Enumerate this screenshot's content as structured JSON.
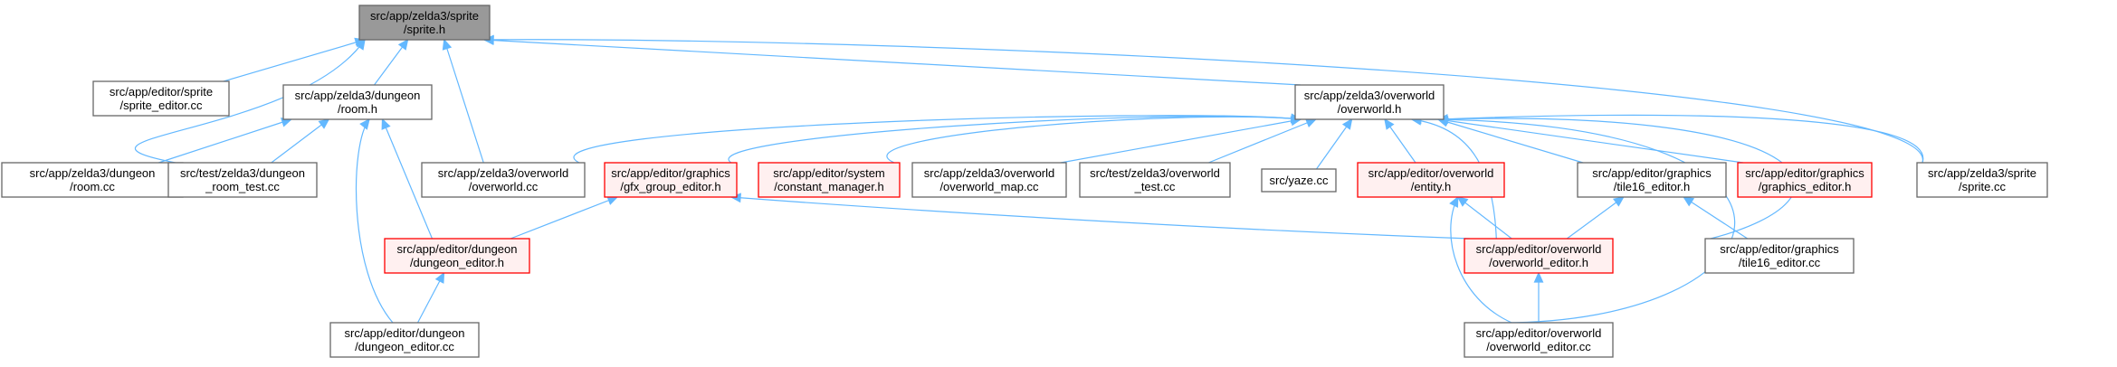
{
  "colors": {
    "edge": "#63b8ff",
    "focus_fill": "#999999",
    "focus_border": "#666666",
    "node_fill": "#ffffff",
    "node_border": "#666666",
    "incomplete_fill": "#fff0f0",
    "incomplete_border": "#ff0000"
  },
  "nodes": [
    {
      "id": "sprite_h",
      "lines": [
        "src/app/zelda3/sprite",
        "/sprite.h"
      ],
      "style": "focus"
    },
    {
      "id": "sprite_editor_cc",
      "lines": [
        "src/app/editor/sprite",
        "/sprite_editor.cc"
      ],
      "style": "normal"
    },
    {
      "id": "room_h",
      "lines": [
        "src/app/zelda3/dungeon",
        "/room.h"
      ],
      "style": "normal"
    },
    {
      "id": "overworld_h",
      "lines": [
        "src/app/zelda3/overworld",
        "/overworld.h"
      ],
      "style": "normal"
    },
    {
      "id": "room_cc",
      "lines": [
        "src/app/zelda3/dungeon",
        "/room.cc"
      ],
      "style": "normal"
    },
    {
      "id": "dungeon_room_test_cc",
      "lines": [
        "src/test/zelda3/dungeon",
        "_room_test.cc"
      ],
      "style": "normal"
    },
    {
      "id": "overworld_cc",
      "lines": [
        "src/app/zelda3/overworld",
        "/overworld.cc"
      ],
      "style": "normal"
    },
    {
      "id": "gfx_group_editor_h",
      "lines": [
        "src/app/editor/graphics",
        "/gfx_group_editor.h"
      ],
      "style": "incomplete"
    },
    {
      "id": "constant_manager_h",
      "lines": [
        "src/app/editor/system",
        "/constant_manager.h"
      ],
      "style": "incomplete"
    },
    {
      "id": "overworld_map_cc",
      "lines": [
        "src/app/zelda3/overworld",
        "/overworld_map.cc"
      ],
      "style": "normal"
    },
    {
      "id": "overworld_test_cc",
      "lines": [
        "src/test/zelda3/overworld",
        "_test.cc"
      ],
      "style": "normal"
    },
    {
      "id": "yaze_cc",
      "lines": [
        "src/yaze.cc"
      ],
      "style": "normal"
    },
    {
      "id": "entity_h",
      "lines": [
        "src/app/editor/overworld",
        "/entity.h"
      ],
      "style": "incomplete"
    },
    {
      "id": "tile16_editor_h",
      "lines": [
        "src/app/editor/graphics",
        "/tile16_editor.h"
      ],
      "style": "normal"
    },
    {
      "id": "graphics_editor_h",
      "lines": [
        "src/app/editor/graphics",
        "/graphics_editor.h"
      ],
      "style": "incomplete"
    },
    {
      "id": "sprite_cc",
      "lines": [
        "src/app/zelda3/sprite",
        "/sprite.cc"
      ],
      "style": "normal"
    },
    {
      "id": "dungeon_editor_h",
      "lines": [
        "src/app/editor/dungeon",
        "/dungeon_editor.h"
      ],
      "style": "incomplete"
    },
    {
      "id": "overworld_editor_h",
      "lines": [
        "src/app/editor/overworld",
        "/overworld_editor.h"
      ],
      "style": "incomplete"
    },
    {
      "id": "tile16_editor_cc",
      "lines": [
        "src/app/editor/graphics",
        "/tile16_editor.cc"
      ],
      "style": "normal"
    },
    {
      "id": "dungeon_editor_cc",
      "lines": [
        "src/app/editor/dungeon",
        "/dungeon_editor.cc"
      ],
      "style": "normal"
    },
    {
      "id": "overworld_editor_cc",
      "lines": [
        "src/app/editor/overworld",
        "/overworld_editor.cc"
      ],
      "style": "normal"
    }
  ],
  "edges": [
    {
      "from": "sprite_editor_cc",
      "to": "sprite_h"
    },
    {
      "from": "room_h",
      "to": "sprite_h"
    },
    {
      "from": "room_cc",
      "to": "sprite_h"
    },
    {
      "from": "overworld_cc",
      "to": "sprite_h"
    },
    {
      "from": "overworld_h",
      "to": "sprite_h"
    },
    {
      "from": "sprite_cc",
      "to": "sprite_h"
    },
    {
      "from": "room_cc",
      "to": "room_h"
    },
    {
      "from": "dungeon_room_test_cc",
      "to": "room_h"
    },
    {
      "from": "dungeon_editor_h",
      "to": "room_h"
    },
    {
      "from": "dungeon_editor_cc",
      "to": "room_h"
    },
    {
      "from": "overworld_cc",
      "to": "overworld_h"
    },
    {
      "from": "gfx_group_editor_h",
      "to": "overworld_h"
    },
    {
      "from": "constant_manager_h",
      "to": "overworld_h"
    },
    {
      "from": "overworld_map_cc",
      "to": "overworld_h"
    },
    {
      "from": "overworld_test_cc",
      "to": "overworld_h"
    },
    {
      "from": "yaze_cc",
      "to": "overworld_h"
    },
    {
      "from": "entity_h",
      "to": "overworld_h"
    },
    {
      "from": "tile16_editor_h",
      "to": "overworld_h"
    },
    {
      "from": "graphics_editor_h",
      "to": "overworld_h"
    },
    {
      "from": "sprite_cc",
      "to": "overworld_h"
    },
    {
      "from": "overworld_editor_h",
      "to": "overworld_h"
    },
    {
      "from": "tile16_editor_cc",
      "to": "overworld_h"
    },
    {
      "from": "overworld_editor_cc",
      "to": "overworld_h"
    },
    {
      "from": "dungeon_editor_h",
      "to": "gfx_group_editor_h"
    },
    {
      "from": "overworld_editor_h",
      "to": "gfx_group_editor_h"
    },
    {
      "from": "overworld_editor_h",
      "to": "entity_h"
    },
    {
      "from": "overworld_editor_cc",
      "to": "entity_h"
    },
    {
      "from": "overworld_editor_h",
      "to": "tile16_editor_h"
    },
    {
      "from": "tile16_editor_cc",
      "to": "tile16_editor_h"
    },
    {
      "from": "dungeon_editor_cc",
      "to": "dungeon_editor_h"
    },
    {
      "from": "overworld_editor_cc",
      "to": "overworld_editor_h"
    }
  ]
}
